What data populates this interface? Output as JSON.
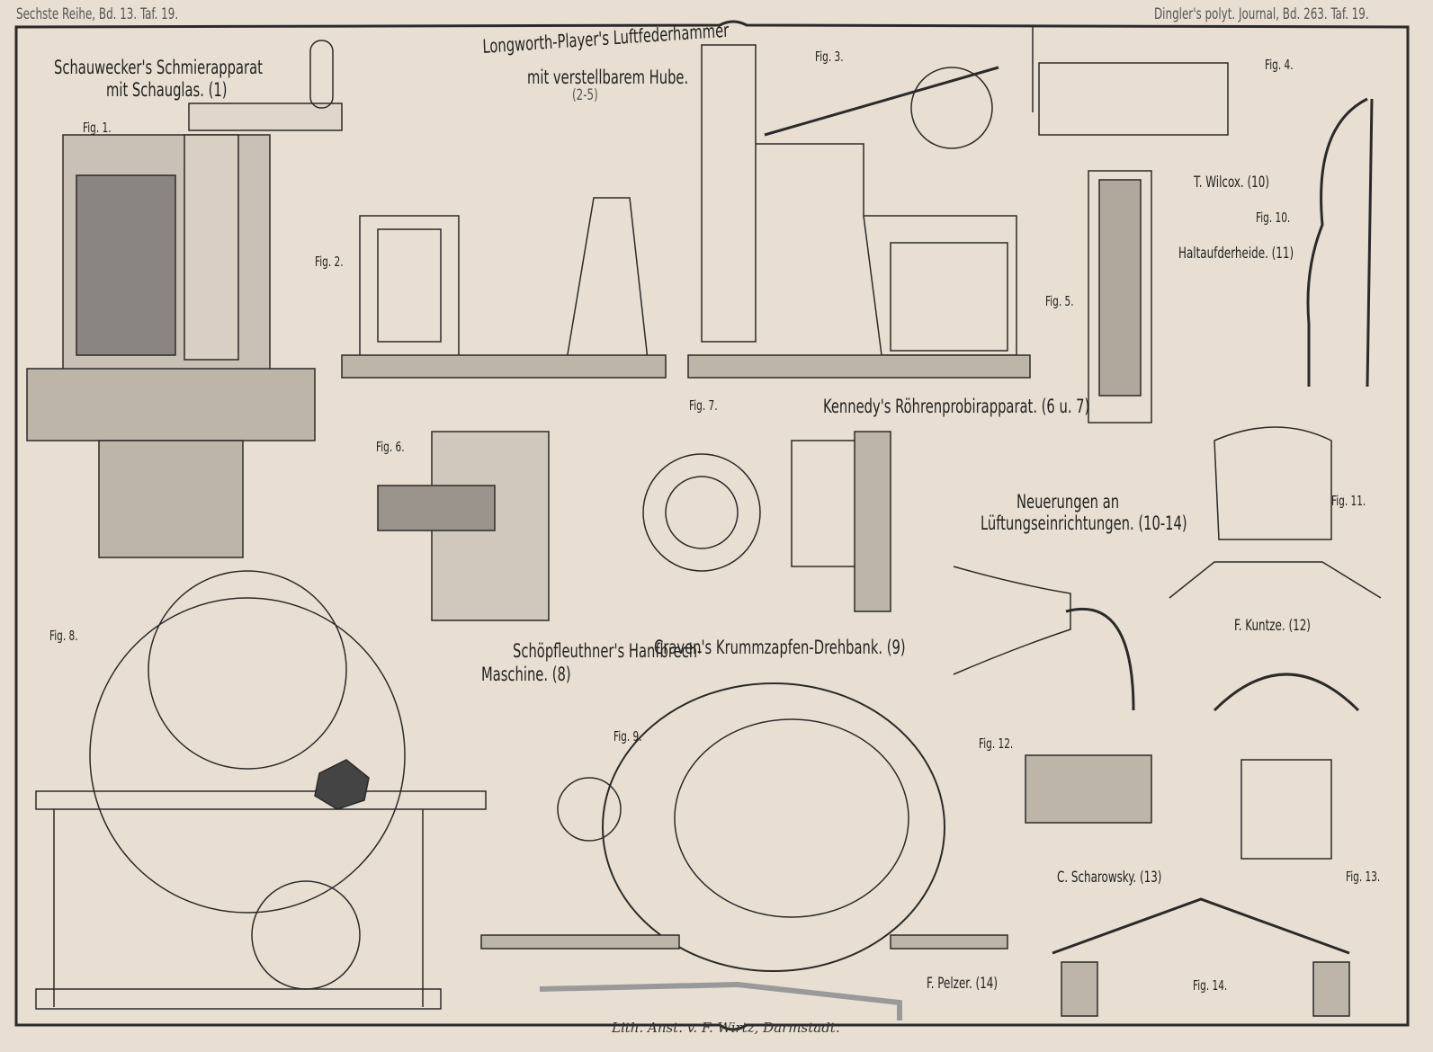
{
  "header": {
    "left": "Sechste Reihe, Bd. 13. Taf. 19.",
    "right": "Dingler's polyt. Journal, Bd. 263. Taf. 19."
  },
  "titles": {
    "schauwecker": [
      "Schauwecker's Schmierapparat",
      "mit Schauglas. (1)"
    ],
    "longworth": [
      "Longworth-Player's Luftfederhammer",
      "mit verstellbarem Hube.",
      "(2-5)"
    ],
    "kennedy": "Kennedy's Röhrenprobirapparat. (6 u. 7)",
    "neuerungen": [
      "Neuerungen an",
      "Lüftungseinrichtungen. (10-14)"
    ],
    "schopfleuthner": [
      "Schöpfleuthner's Hanfbrech-",
      "Maschine. (8)"
    ],
    "craven": "Craven's Krummzapfen-Drehbank. (9)",
    "wilcox": "T. Wilcox. (10)",
    "haltaufderheide": "Haltaufderheide. (11)",
    "kuntze": "F. Kuntze. (12)",
    "scharowsky": "C. Scharowsky. (13)",
    "pelzer": "F. Pelzer. (14)"
  },
  "figures": [
    "Fig. 1.",
    "Fig. 2.",
    "Fig. 3.",
    "Fig. 4.",
    "Fig. 5.",
    "Fig. 6.",
    "Fig. 7.",
    "Fig. 8.",
    "Fig. 9.",
    "Fig. 10.",
    "Fig. 11.",
    "Fig. 12.",
    "Fig. 13.",
    "Fig. 14."
  ],
  "signature": "Lith. Anst. v. F. Wirtz, Darmstadt.",
  "colors": {
    "paper": "#e8dfd2",
    "ink": "#2a2a2a"
  }
}
